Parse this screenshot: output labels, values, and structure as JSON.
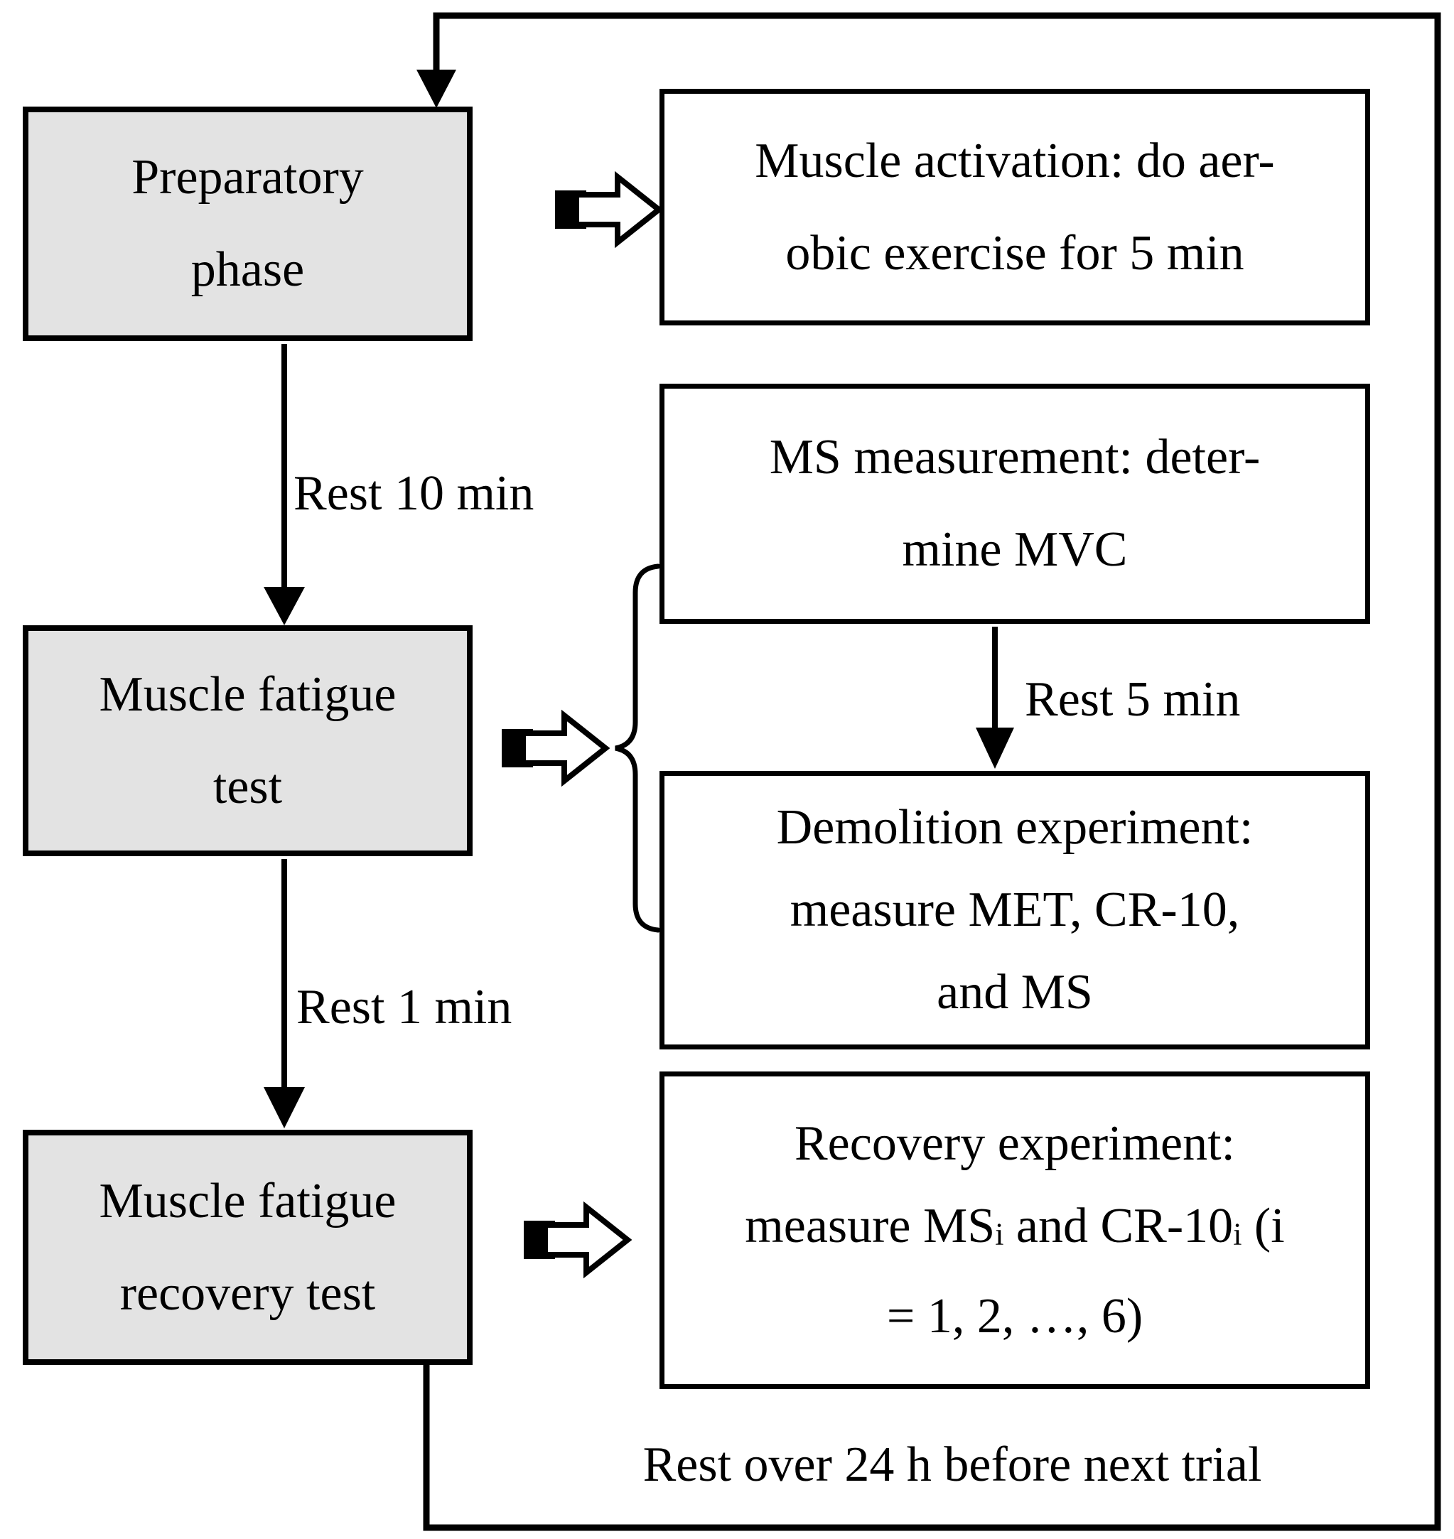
{
  "diagram": {
    "type": "flowchart",
    "colors": {
      "background": "#ffffff",
      "ink": "#000000",
      "phase_box_fill": "#e3e3e3",
      "detail_box_fill": "#ffffff"
    },
    "phase_boxes": [
      {
        "lines": [
          "Preparatory",
          "phase"
        ]
      },
      {
        "lines": [
          "Muscle fatigue",
          "test"
        ]
      },
      {
        "lines": [
          "Muscle fatigue",
          "recovery test"
        ]
      }
    ],
    "detail_boxes": [
      {
        "lines": [
          "Muscle activation: do aer-",
          "obic exercise for 5 min"
        ]
      },
      {
        "lines": [
          "MS measurement: deter-",
          "mine MVC"
        ]
      },
      {
        "lines": [
          "Demolition experiment:",
          "measure MET, CR-10,",
          "and MS"
        ]
      },
      {
        "line1": "Recovery experiment:",
        "line2_segments": [
          "measure MS",
          "i",
          " and CR-10",
          "i",
          " (i"
        ],
        "line3": "= 1, 2, …, 6)"
      }
    ],
    "edge_labels": {
      "rest_10": "Rest 10 min",
      "rest_5": "Rest 5 min",
      "rest_1": "Rest 1 min",
      "rest_24": "Rest over 24 h before next trial"
    },
    "icons": {
      "flow_arrow": "hollow-right-arrow-icon",
      "brace": "left-curly-brace",
      "arrowhead": "filled-triangle-arrowhead"
    }
  }
}
